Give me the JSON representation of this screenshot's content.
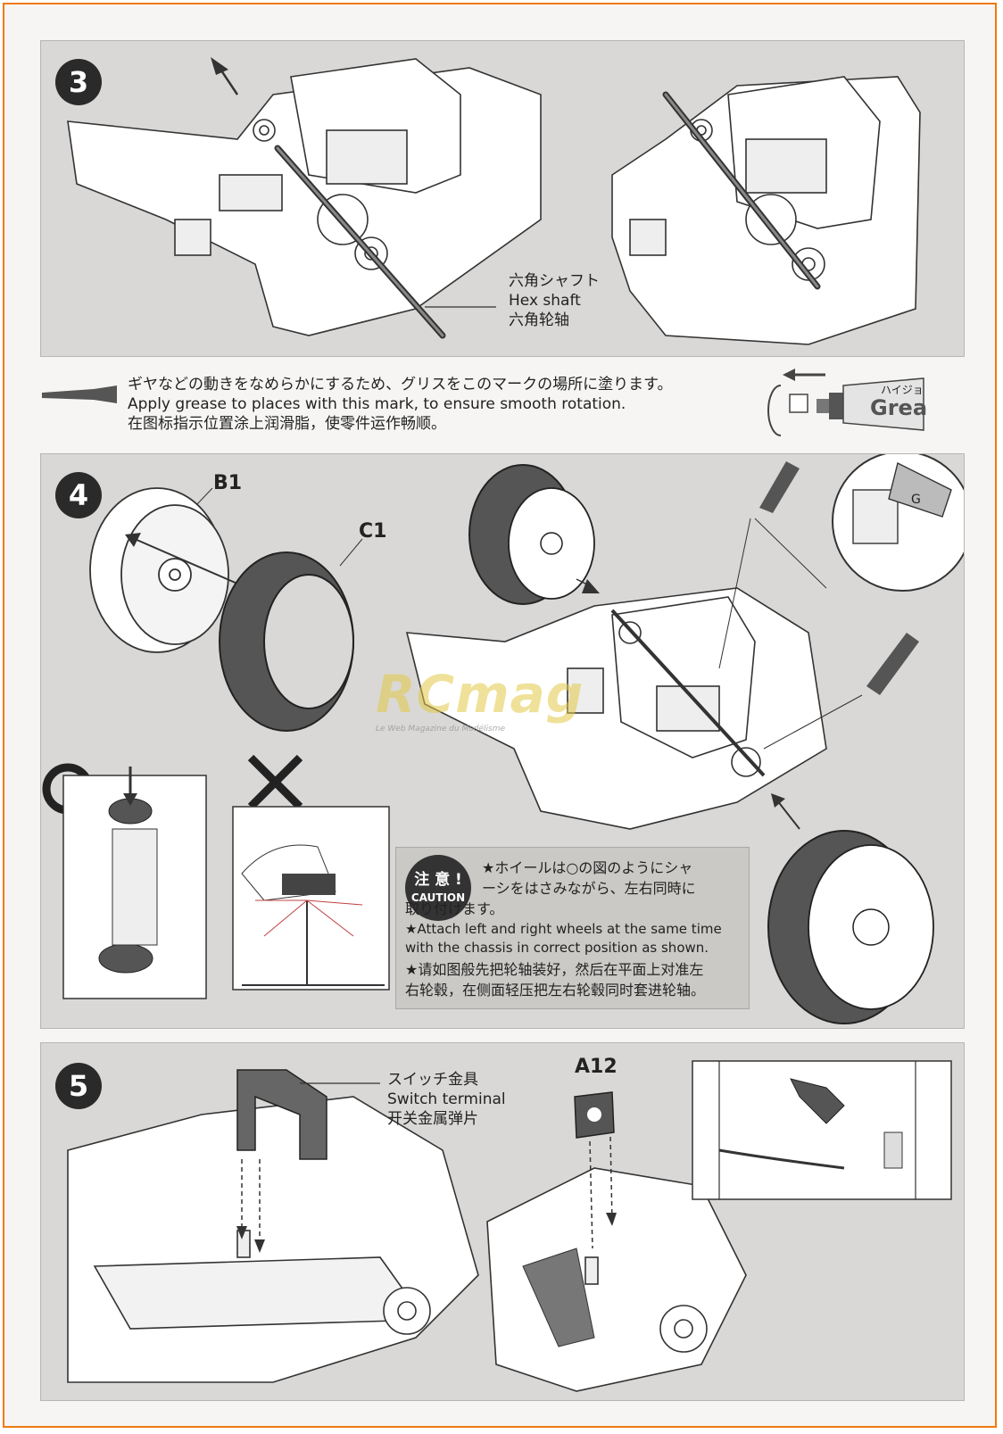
{
  "steps": {
    "step3": {
      "number": "3"
    },
    "step4": {
      "number": "4"
    },
    "step5": {
      "number": "5"
    }
  },
  "step3": {
    "hex_shaft_label_jp": "六角シャフト",
    "hex_shaft_label_en": "Hex shaft",
    "hex_shaft_label_cn": "六角轮轴"
  },
  "grease_note": {
    "jp": "ギヤなどの動きをなめらかにするため、グリスをこのマークの場所に塗ります。",
    "en": "Apply grease to places with this mark, to ensure smooth rotation.",
    "cn": "在图标指示位置涂上润滑脂，使零件运作畅顺。",
    "tube_label_jp": "ハイジョ",
    "tube_label_en": "Grea"
  },
  "step4": {
    "part_b1": "B1",
    "part_c1": "C1",
    "tube_label": "G",
    "caution_badge_jp": "注 意 !",
    "caution_badge_en": "CAUTION",
    "caution_lines": [
      "★ホイールは○の図のようにシャ",
      "ーシをはさみながら、左右同時に",
      "取り付けます。",
      "★Attach left and right wheels at the same time",
      "with the chassis in correct position as shown.",
      "★请如图般先把轮轴装好，然后在平面上对准左",
      "右轮毂，在侧面轻压把左右轮毂同时套进轮轴。"
    ]
  },
  "step5": {
    "switch_label_jp": "スイッチ金具",
    "switch_label_en": "Switch terminal",
    "switch_label_cn": "开关金属弹片",
    "part_a12": "A12"
  },
  "watermark": {
    "main": "RCmag",
    "sub": "Le Web Magazine du Modélisme"
  }
}
